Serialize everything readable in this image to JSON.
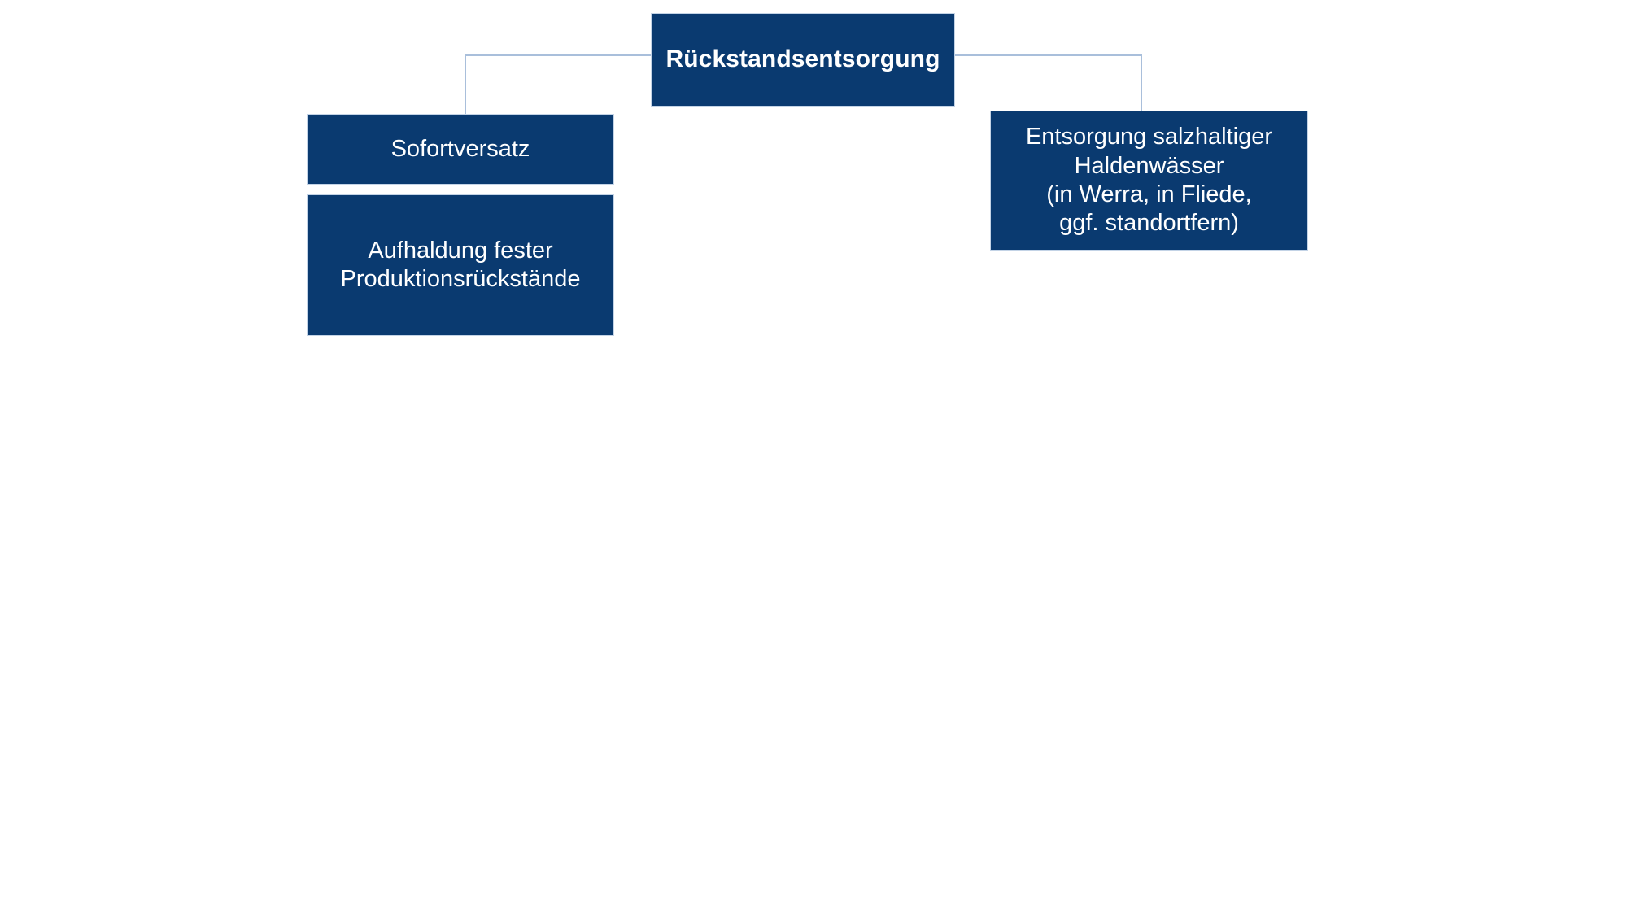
{
  "diagram": {
    "type": "org-chart",
    "orientation": "top-down",
    "background_color": "#ffffff",
    "node_fill_color": "#0a3a70",
    "node_border_color": "#c3d3e6",
    "node_text_color": "#ffffff",
    "connector_color": "#a9bfdb",
    "root": {
      "label": "Rückstandsentsorgung",
      "bold": true
    },
    "children": [
      {
        "id": "sofortversatz",
        "label": "Sofortversatz",
        "branch": "left"
      },
      {
        "id": "aufhaldung",
        "label": "Aufhaldung fester\nProduktionsrückstände",
        "branch": "left"
      },
      {
        "id": "haldenwaesser",
        "label": "Entsorgung salzhaltiger\nHaldenwässer\n(in Werra, in Fliede,\nggf. standortfern)",
        "branch": "right"
      }
    ]
  }
}
